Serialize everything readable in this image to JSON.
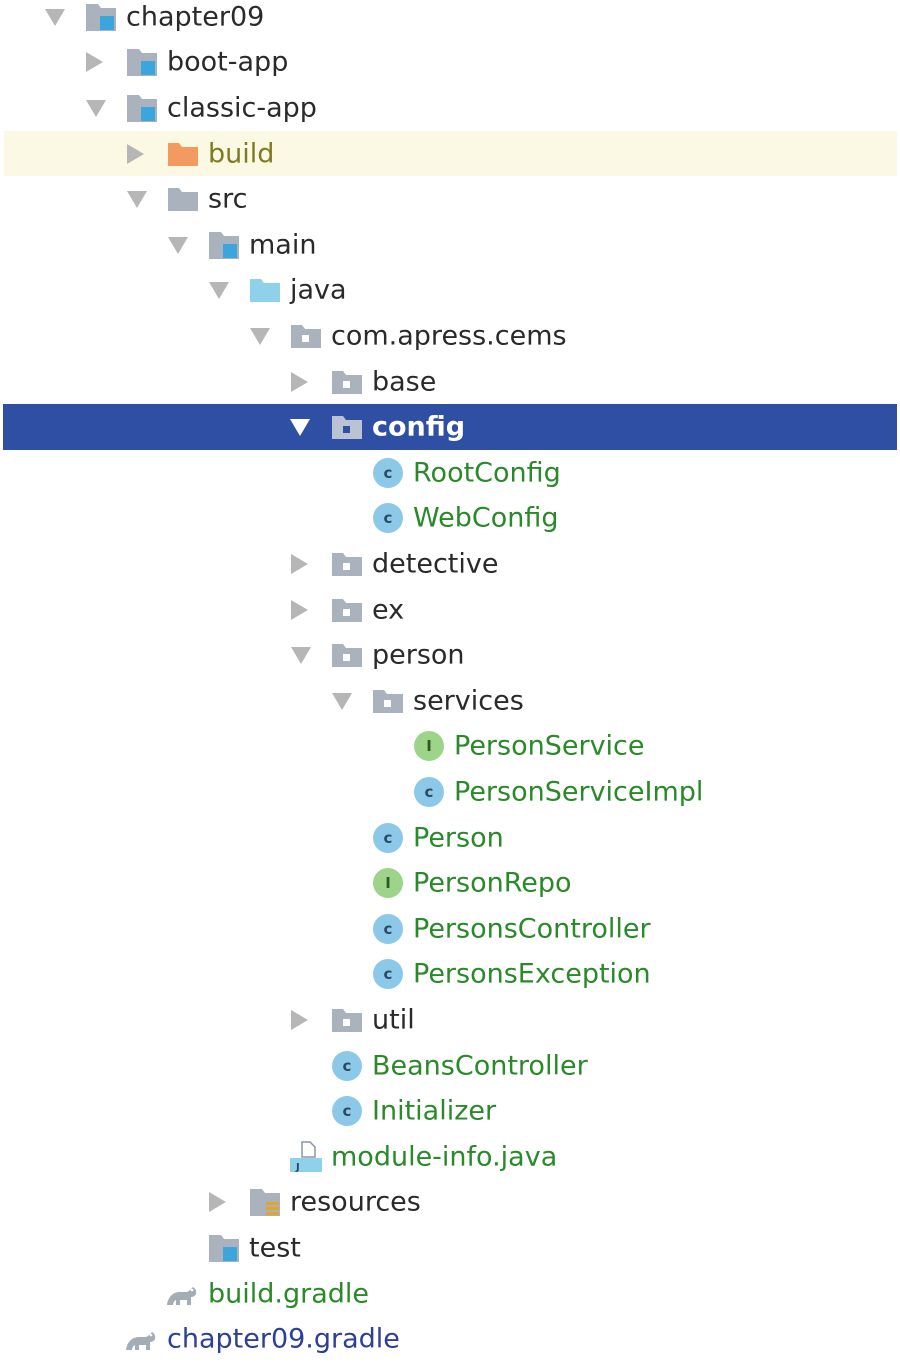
{
  "tree": {
    "nodes": [
      {
        "label": "chapter09",
        "icon": "module-folder-icon",
        "arrow": "down"
      },
      {
        "label": "boot-app",
        "icon": "module-folder-icon",
        "arrow": "right"
      },
      {
        "label": "classic-app",
        "icon": "module-folder-icon",
        "arrow": "down"
      },
      {
        "label": "build",
        "icon": "excluded-folder-icon",
        "arrow": "right"
      },
      {
        "label": "src",
        "icon": "folder-icon",
        "arrow": "down"
      },
      {
        "label": "main",
        "icon": "module-folder-icon",
        "arrow": "down"
      },
      {
        "label": "java",
        "icon": "source-root-icon",
        "arrow": "down"
      },
      {
        "label": "com.apress.cems",
        "icon": "package-icon",
        "arrow": "down"
      },
      {
        "label": "base",
        "icon": "package-icon",
        "arrow": "right"
      },
      {
        "label": "config",
        "icon": "package-icon",
        "arrow": "down"
      },
      {
        "label": "RootConfig",
        "icon": "class-icon"
      },
      {
        "label": "WebConfig",
        "icon": "class-icon"
      },
      {
        "label": "detective",
        "icon": "package-icon",
        "arrow": "right"
      },
      {
        "label": "ex",
        "icon": "package-icon",
        "arrow": "right"
      },
      {
        "label": "person",
        "icon": "package-icon",
        "arrow": "down"
      },
      {
        "label": "services",
        "icon": "package-icon",
        "arrow": "down"
      },
      {
        "label": "PersonService",
        "icon": "interface-icon"
      },
      {
        "label": "PersonServiceImpl",
        "icon": "class-icon"
      },
      {
        "label": "Person",
        "icon": "class-icon"
      },
      {
        "label": "PersonRepo",
        "icon": "interface-icon"
      },
      {
        "label": "PersonsController",
        "icon": "class-icon"
      },
      {
        "label": "PersonsException",
        "icon": "class-icon"
      },
      {
        "label": "util",
        "icon": "package-icon",
        "arrow": "right"
      },
      {
        "label": "BeansController",
        "icon": "class-icon"
      },
      {
        "label": "Initializer",
        "icon": "class-icon"
      },
      {
        "label": "module-info.java",
        "icon": "java-file-icon"
      },
      {
        "label": "resources",
        "icon": "resources-folder-icon",
        "arrow": "right"
      },
      {
        "label": "test",
        "icon": "module-folder-icon"
      },
      {
        "label": "build.gradle",
        "icon": "gradle-icon"
      },
      {
        "label": "chapter09.gradle",
        "icon": "gradle-icon"
      }
    ]
  },
  "colors": {
    "selected_bg": "#2f4fa4",
    "build_row_bg": "#fbf8e3",
    "class_text": "#2a8a2a",
    "excluded_text": "#7e7b22",
    "gradle_root_text": "#2d3f96"
  }
}
